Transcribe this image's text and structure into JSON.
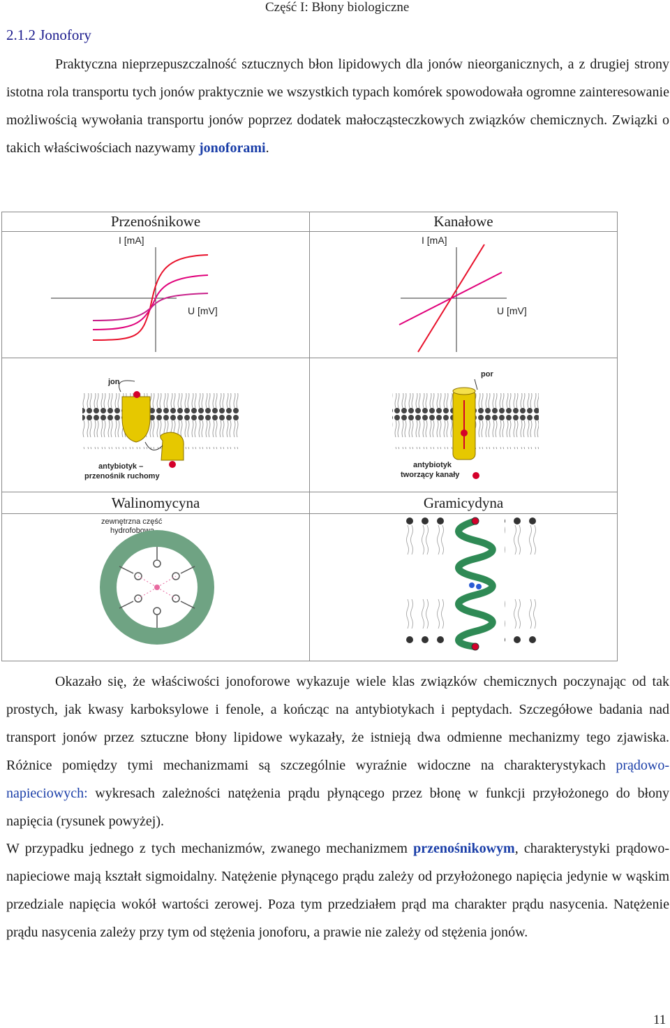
{
  "header": {
    "running_title": "Część I: Błony biologiczne"
  },
  "section": {
    "number": "2.1.2",
    "title": "Jonofory"
  },
  "intro": {
    "text": "Praktyczna nieprzepuszczalność sztucznych błon lipidowych dla jonów nieorganicznych, a z drugiej strony istotna rola transportu tych jonów praktycznie we wszystkich typach komórek spowodowała ogromne zainteresowanie możliwością wywołania transportu jonów poprzez dodatek małocząsteczkowych związków chemicznych. Związki o takich właściwościach nazywamy ",
    "term": "jonoforami",
    "end": "."
  },
  "figure": {
    "left_header": "Przenośnikowe",
    "right_header": "Kanałowe",
    "left_ylabel": "I [mA]",
    "left_xlabel": "U [mV]",
    "right_ylabel": "I [mA]",
    "right_xlabel": "U [mV]",
    "left_img_labels": {
      "ion": "jon",
      "caption1": "antybiotyk –",
      "caption2": "przenośnik ruchomy"
    },
    "right_img_labels": {
      "pore": "por",
      "caption1": "antybiotyk",
      "caption2": "tworzący kanały"
    },
    "left_name": "Walinomycyna",
    "right_name": "Gramicydyna",
    "valino_labels": {
      "l1": "zewnętrzna część",
      "l2": "hydrofobowa"
    },
    "colors": {
      "magenta": "#e0007a",
      "red": "#e8102a",
      "pink": "#c8208a",
      "ring": "#6fa383"
    }
  },
  "body": {
    "p1": "Okazało się, że właściwości jonoforowe wykazuje wiele klas związków chemicznych poczynając od tak prostych, jak kwasy karboksylowe i fenole, a kończąc na antybiotykach i peptydach. Szczegółowe badania nad transport jonów przez sztuczne błony lipidowe wykazały, że istnieją dwa odmienne mechanizmy tego zjawiska. Różnice pomiędzy tymi mechanizmami są szczególnie wyraźnie widoczne na charakterystykach ",
    "p1_term": "prądowo-napieciowych:",
    "p1_end": " wykresach zależności natężenia prądu płynącego przez błonę w funkcji przyłożonego do błony napięcia (rysunek powyżej).",
    "p2_start": "W przypadku jednego z tych mechanizmów, zwanego mechanizmem ",
    "p2_term": "przenośnikowym",
    "p2_end": ", charakterystyki prądowo-napieciowe mają kształt sigmoidalny. Natężenie płynącego prądu zależy od przyłożonego napięcia jedynie w wąskim przedziale napięcia wokół wartości zerowej. Poza tym przedziałem prąd ma charakter prądu nasycenia. Natężenie prądu nasycenia zależy przy tym od stężenia jonoforu, a prawie nie zależy od stężenia jonów."
  },
  "page_number": "11"
}
